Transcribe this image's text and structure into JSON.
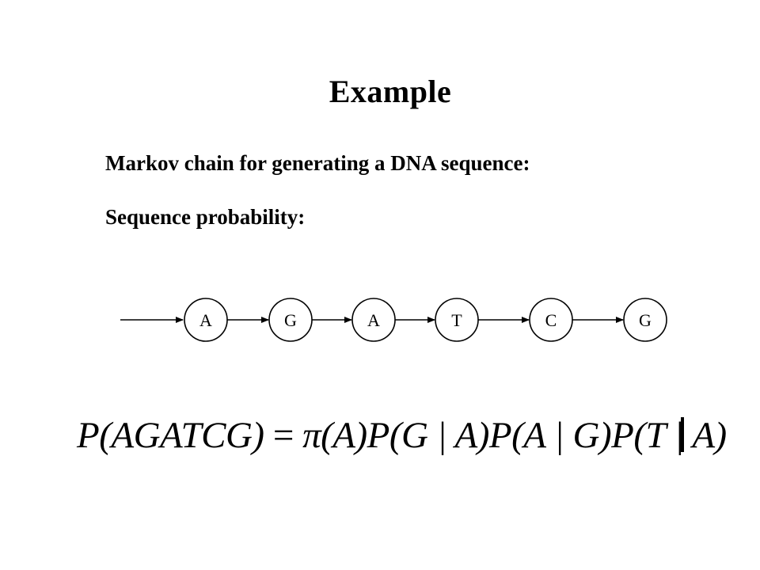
{
  "slide": {
    "title": "Example",
    "line1": "Markov chain for generating a DNA sequence:",
    "line2": "Sequence probability:"
  },
  "diagram": {
    "nodes": [
      "A",
      "G",
      "A",
      "T",
      "C",
      "G"
    ]
  },
  "formula": {
    "lhs": "P(AGATCG)",
    "eq": "=",
    "rhs": "π(A)P(G | A)P(A | G)P(T | A)"
  }
}
